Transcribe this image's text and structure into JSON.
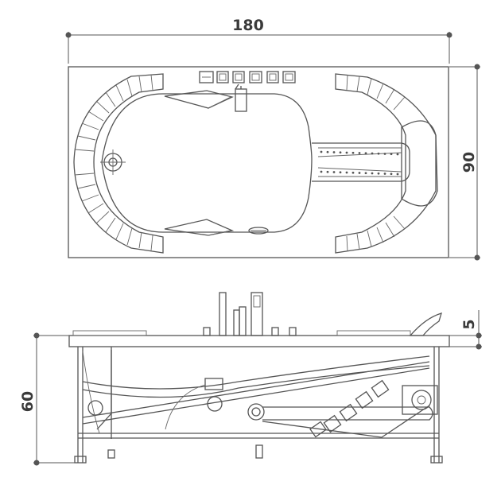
{
  "dimensions": {
    "length": "180",
    "width": "90",
    "height": "60",
    "rim": "5"
  }
}
